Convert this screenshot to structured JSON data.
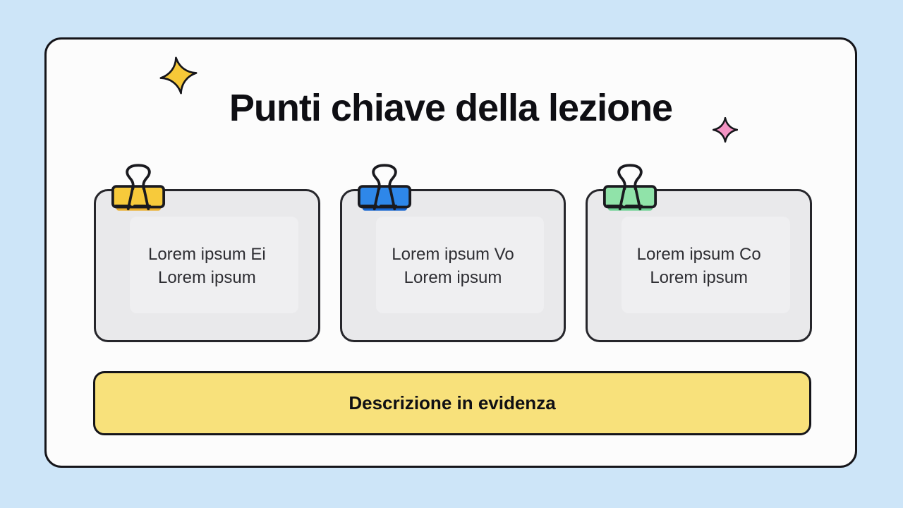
{
  "page": {
    "background_color": "#cde5f8",
    "panel_color": "#fcfcfc",
    "outline_color": "#15151a"
  },
  "header": {
    "title": "Punti chiave della lezione",
    "title_color": "#0e0e13",
    "sparkle_yellow_color": "#f6c838",
    "sparkle_pink_color": "#f494c4"
  },
  "cards": [
    {
      "line1": "Lorem ipsum Ei",
      "line2": "Lorem ipsum",
      "clip_color": "#f7ca3b",
      "clip_shade_color": "#ecaf2c"
    },
    {
      "line1": "Lorem ipsum Vo",
      "line2": "Lorem ipsum",
      "clip_color": "#2e87e9",
      "clip_shade_color": "#1565d0"
    },
    {
      "line1": "Lorem ipsum Co",
      "line2": "Lorem ipsum",
      "clip_color": "#90e3a9",
      "clip_shade_color": "#6ed193"
    }
  ],
  "card_style": {
    "background": "#e9e9eb",
    "border": "#26262b",
    "text_color": "#2e2e33"
  },
  "banner": {
    "label": "Descrizione in evidenza",
    "background": "#f8e17b",
    "text_color": "#101014"
  }
}
